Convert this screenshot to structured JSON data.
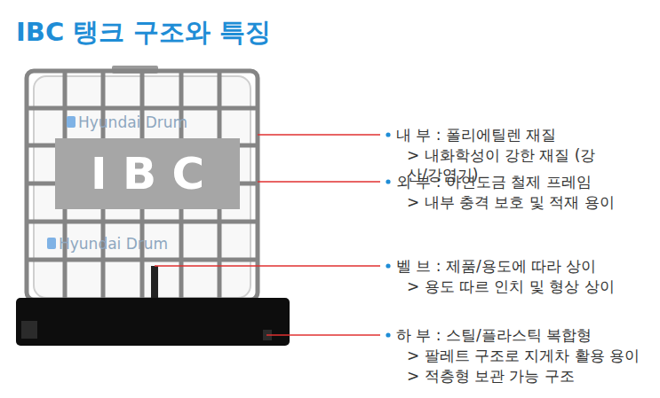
{
  "diagram": {
    "title": "IBC 탱크 구조와 특징",
    "nodes": [
      {
        "text": [
          "I B C"
        ]
      }
    ],
    "labels": [
      "Hyundai Drum",
      "Hyundai Drum",
      "내 부 : 폴리에틸렌 재질",
      "> 내화학성이 강한 재질 (강산/강염기)",
      "외 부 : 아연도금 철제 프레임",
      "> 내부 충격 보호 및 적재 용이",
      "벨 브 : 제품/용도에 따라 상이",
      "> 용도 따르 인치 및 형상 상이",
      "하 부 : 스틸/플라스틱 복합형",
      "> 팔레트 구조로 지게차 활용 용이",
      "> 적층형 보관 가능 구조"
    ]
  }
}
